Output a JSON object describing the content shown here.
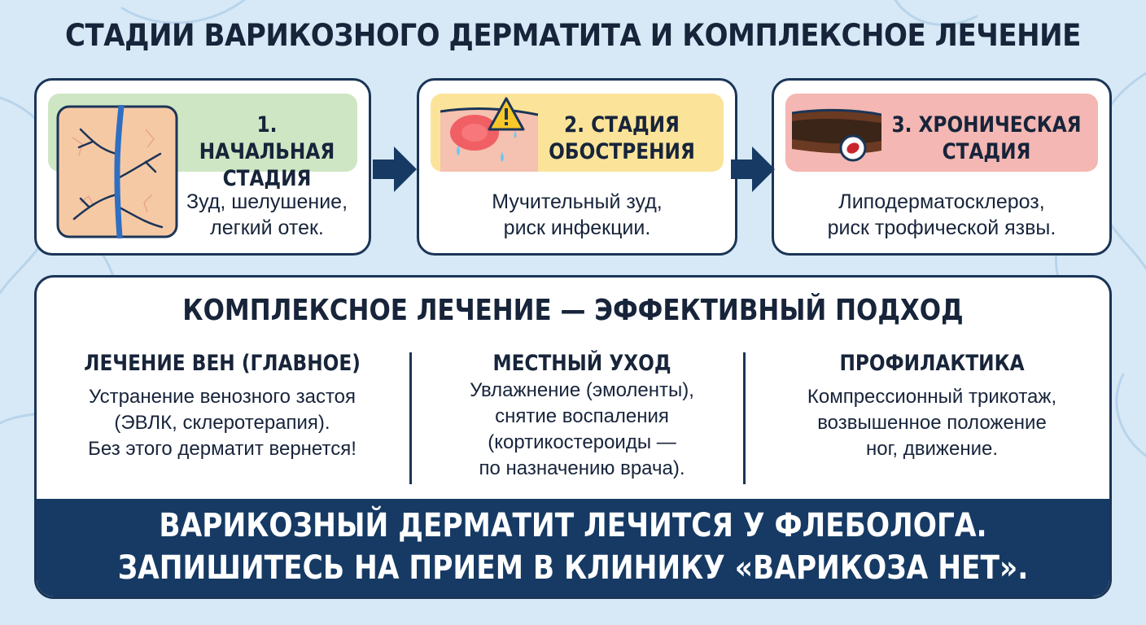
{
  "title": "СТАДИИ ВАРИКОЗНОГО ДЕРМАТИТА И КОМПЛЕКСНОЕ ЛЕЧЕНИЕ",
  "stages": [
    {
      "title_line1": "1. НАЧАЛЬНАЯ",
      "title_line2": "СТАДИЯ",
      "desc_line1": "Зуд, шелушение,",
      "desc_line2": "легкий отек.",
      "header_color": "#cfe6c4",
      "icon": "vein-leg-icon"
    },
    {
      "title_line1": "2. СТАДИЯ",
      "title_line2": "ОБОСТРЕНИЯ",
      "desc_line1": "Мучительный зуд,",
      "desc_line2": "риск инфекции.",
      "header_color": "#fbe49a",
      "icon": "warning-icon"
    },
    {
      "title_line1": "3. ХРОНИЧЕСКАЯ",
      "title_line2": "СТАДИЯ",
      "desc_line1": "Липодерматосклероз,",
      "desc_line2": "риск трофической язвы.",
      "header_color": "#f4b7b3",
      "icon": "ulcer-icon"
    }
  ],
  "treatment": {
    "title": "КОМПЛЕКСНОЕ ЛЕЧЕНИЕ — ЭФФЕКТИВНЫЙ ПОДХОД",
    "columns": [
      {
        "heading": "ЛЕЧЕНИЕ ВЕН (ГЛАВНОЕ)",
        "lines": [
          "Устранение венозного застоя",
          "(ЭВЛК, склеротерапия).",
          "Без этого дерматит вернется!"
        ]
      },
      {
        "heading": "МЕСТНЫЙ УХОД",
        "lines": [
          "Увлажнение (эмоленты),",
          "снятие воспаления",
          "(кортикостероиды —",
          "по назначению врача)."
        ]
      },
      {
        "heading": "ПРОФИЛАКТИКА",
        "lines": [
          "Компрессионный трикотаж,",
          "возвышенное положение",
          "ног, движение."
        ]
      }
    ]
  },
  "banner": {
    "line1": "ВАРИКОЗНЫЙ ДЕРМАТИТ ЛЕЧИТСЯ У ФЛЕБОЛОГА.",
    "line2": "ЗАПИШИТЕСЬ НА ПРИЕМ В КЛИНИКУ «ВАРИКОЗА НЕТ»."
  },
  "colors": {
    "background": "#d7e9f6",
    "navy": "#163a64",
    "border": "#1b3557"
  }
}
